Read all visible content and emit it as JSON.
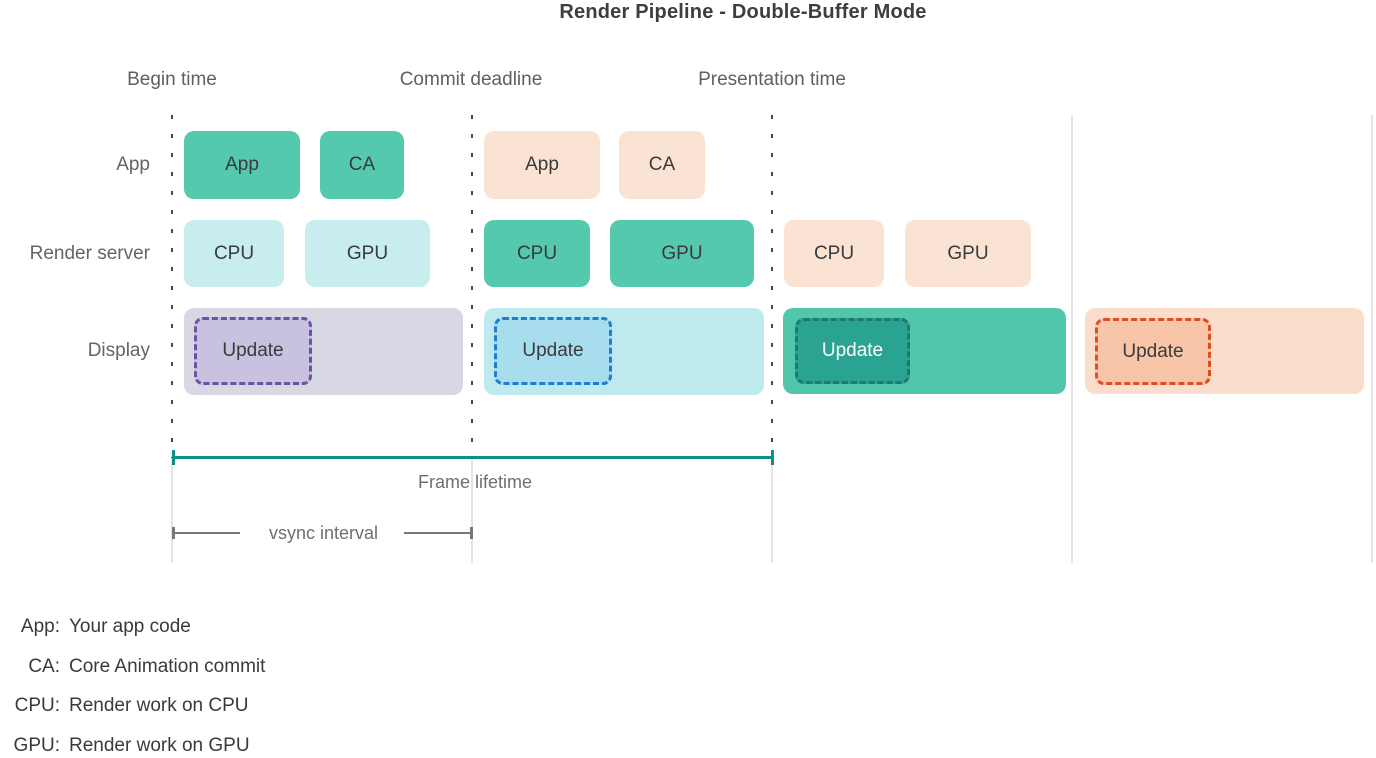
{
  "title": "Render Pipeline - Double-Buffer Mode",
  "timeline_markers": {
    "begin": "Begin time",
    "commit": "Commit deadline",
    "presentation": "Presentation time"
  },
  "row_labels": {
    "app": "App",
    "render_server": "Render server",
    "display": "Display"
  },
  "frames": {
    "frame1": {
      "app": "App",
      "ca": "CA",
      "cpu": "CPU",
      "gpu": "GPU",
      "update": "Update"
    },
    "frame2": {
      "app": "App",
      "ca": "CA",
      "cpu": "CPU",
      "gpu": "GPU",
      "update": "Update"
    },
    "frame3": {
      "cpu": "CPU",
      "gpu": "GPU",
      "update": "Update"
    },
    "frame4": {
      "update": "Update"
    }
  },
  "annotations": {
    "frame_lifetime": "Frame lifetime",
    "vsync_interval": "vsync interval"
  },
  "legend": {
    "items": [
      {
        "abbr": "App:",
        "text": "Your app code"
      },
      {
        "abbr": "CA:",
        "text": "Core Animation commit"
      },
      {
        "abbr": "CPU:",
        "text": "Render work on CPU"
      },
      {
        "abbr": "GPU:",
        "text": "Render work on GPU"
      }
    ]
  },
  "colors": {
    "work_active_teal": "#55C9AD",
    "work_idle_cyan": "#C7EDEF",
    "work_pending_peach": "#FBE3D3",
    "display_frame1_bg": "#D8D8E5",
    "display_frame1_update_bg": "#C8C1E0",
    "display_frame1_update_border": "#6F51A1",
    "display_frame2_bg": "#BDE9EF",
    "display_frame2_update_bg": "#A8DDEE",
    "display_frame2_update_border": "#1E7FD0",
    "display_frame3_bg": "#52C6AA",
    "display_frame3_update_bg": "#2BA392",
    "display_frame3_update_border": "#1D7A6F",
    "display_frame4_bg": "#FBDDCB",
    "display_frame4_update_bg": "#F8C5A9",
    "display_frame4_update_border": "#DD4F1F",
    "frame_lifetime_line": "#0F8F8C",
    "vsync_bracket": "#77777C",
    "guide_dash": "#48484A",
    "text_dark": "#3A3A3C",
    "text_gray": "#6E6E73"
  }
}
